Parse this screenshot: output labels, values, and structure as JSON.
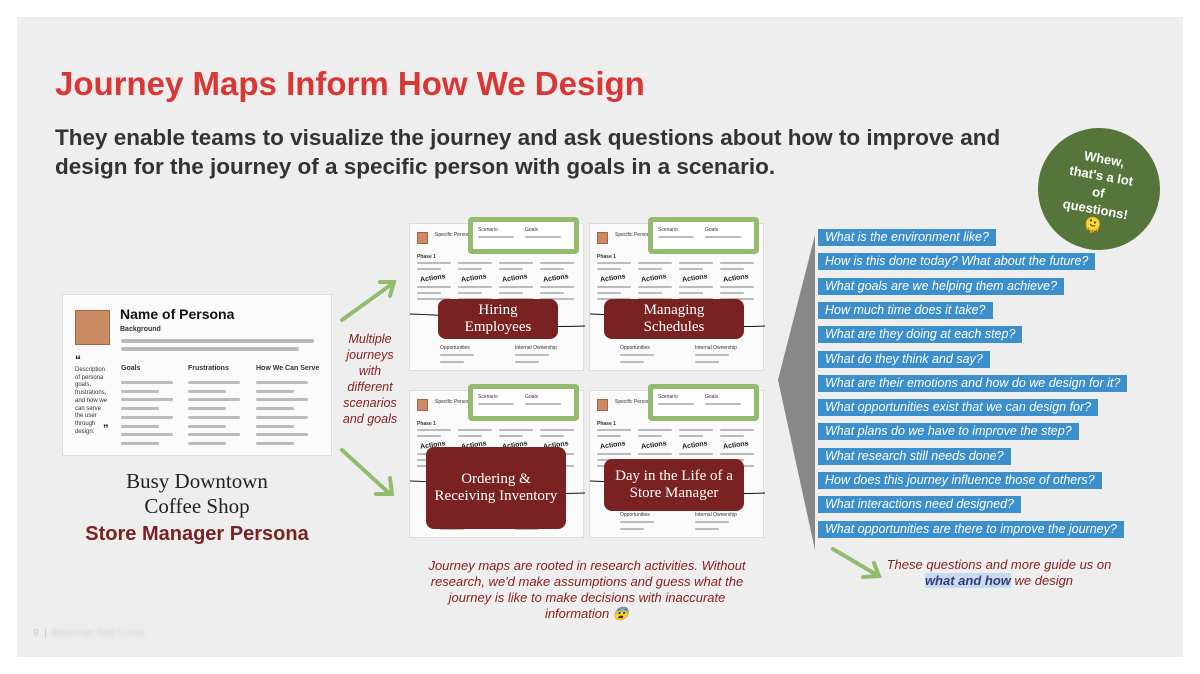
{
  "title": "Journey Maps Inform How We Design",
  "subtitle": "They enable teams to visualize the journey and ask questions about how to improve and design for the journey of a specific person with goals in a scenario.",
  "badge": {
    "text_lines": [
      "Whew,",
      "that's a lot",
      "of",
      "questions!"
    ],
    "emoji": "🫠",
    "color": "#55753a"
  },
  "persona_card": {
    "name": "Name of Persona",
    "background": "Background",
    "quote": "Description of persona goals, frustrations, and how we can serve the user through design.",
    "columns": [
      "Goals",
      "Frustrations",
      "How We Can Serve"
    ],
    "open_quote": "“",
    "close_quote": "”"
  },
  "persona_caption": {
    "line1": "Busy Downtown",
    "line2": "Coffee Shop",
    "line3": "Store Manager Persona"
  },
  "multiple_note": "Multiple journeys with different scenarios and goals",
  "journey_maps": [
    {
      "label": "Hiring Employees",
      "person": "Specific Person",
      "scenario": "Scenario",
      "goals": "Goals",
      "phase": "Phase 1",
      "actions": "Actions",
      "opportunities": "Opportunities",
      "ownership": "Internal Ownership"
    },
    {
      "label": "Managing Schedules",
      "person": "Specific Person",
      "scenario": "Scenario",
      "goals": "Goals",
      "phase": "Phase 1",
      "actions": "Actions",
      "opportunities": "Opportunities",
      "ownership": "Internal Ownership"
    },
    {
      "label": "Ordering & Receiving Inventory",
      "person": "Specific Person",
      "scenario": "Scenario",
      "goals": "Goals",
      "phase": "Phase 1",
      "actions": "Actions",
      "opportunities": "",
      "ownership": ""
    },
    {
      "label": "Day in the Life of a Store Manager",
      "person": "Specific Person",
      "scenario": "Scenario",
      "goals": "Goals",
      "phase": "Phase 1",
      "actions": "Actions",
      "opportunities": "Opportunities",
      "ownership": "Internal Ownership"
    }
  ],
  "research_note": "Journey maps are rooted in research activities. Without research, we'd make assumptions and guess what the journey is like to make decisions with inaccurate information 😨",
  "questions": [
    "What is the environment like?",
    "How is this done today? What about the future?",
    "What goals are we helping them achieve?",
    "How much time does it take?",
    "What are they doing at each step?",
    "What do they think and say?",
    "What are their emotions and how do we design for it?",
    "What opportunities exist that we can design for?",
    "What plans do we have to improve the step?",
    "What research still needs done?",
    "How does this journey influence those of others?",
    "What interactions need designed?",
    "What opportunities are there to improve the journey?"
  ],
  "guide_note": {
    "before": "These questions and more guide us on ",
    "highlight": "what and how",
    "after": " we design"
  },
  "footer": {
    "page": "9",
    "org": "American Red Cross"
  },
  "colors": {
    "title": "#d93634",
    "question_bg": "#3c8fcb",
    "label_bg": "#7a2222",
    "highlight_border": "#92bb6e",
    "arrow": "#92bb6e"
  }
}
